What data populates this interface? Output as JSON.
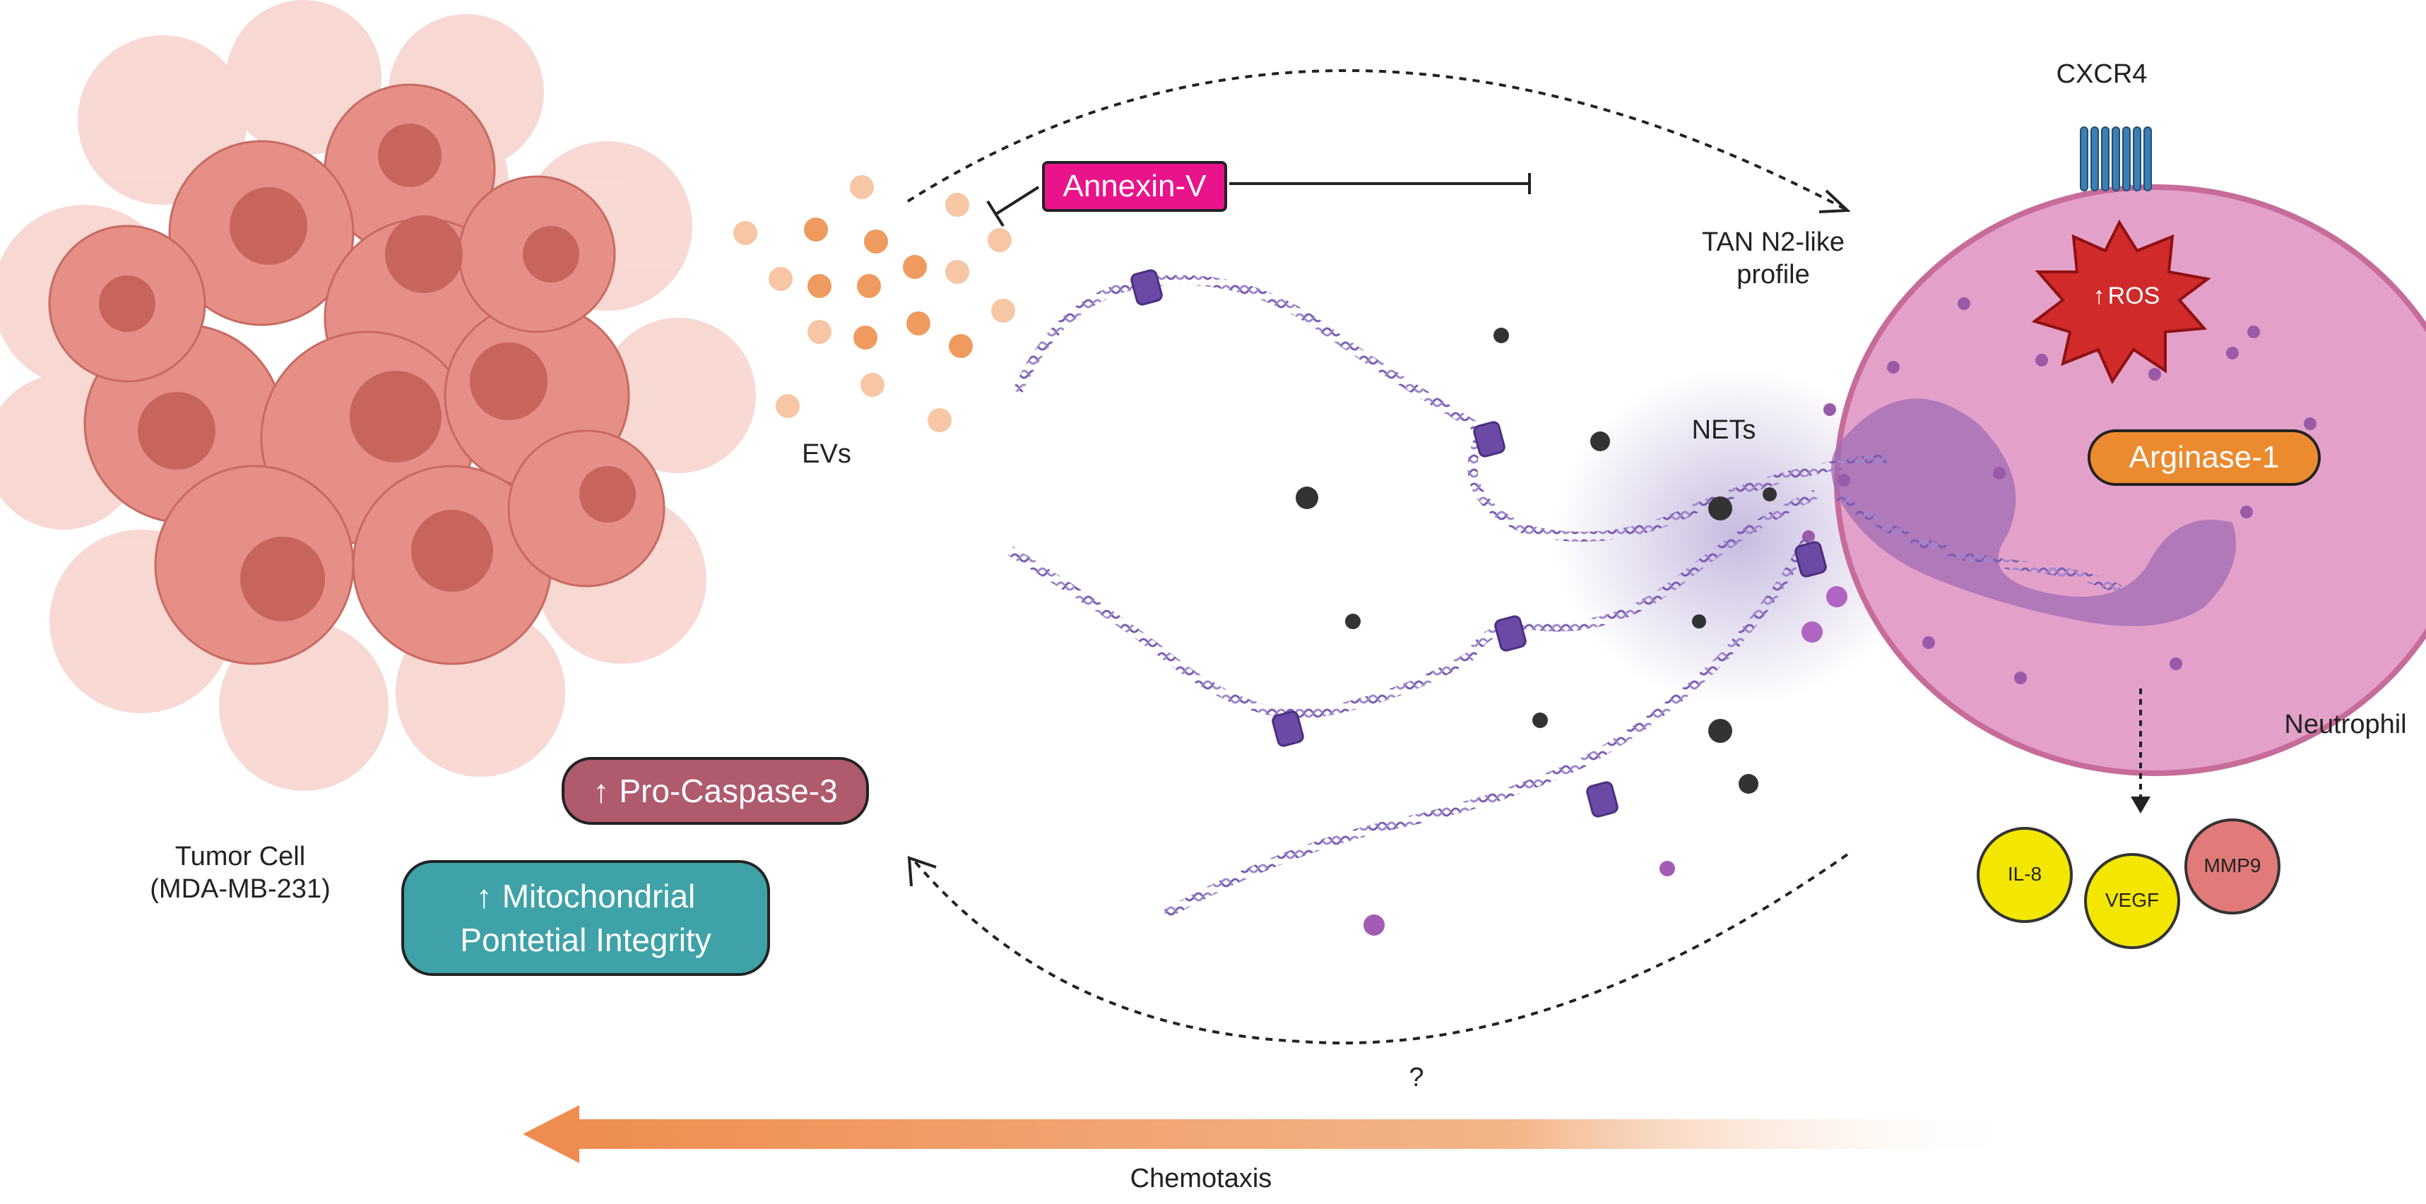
{
  "labels": {
    "tumor_cell_line1": "Tumor Cell",
    "tumor_cell_line2": "(MDA-MB-231)",
    "evs": "EVs",
    "annexin": "Annexin-V",
    "cxcr4": "CXCR4",
    "tan_line1": "TAN N2-like",
    "tan_line2": "profile",
    "ros": "ROS",
    "arginase": "Arginase-1",
    "nets": "NETs",
    "neutrophil": "Neutrophil",
    "il8": "IL-8",
    "vegf": "VEGF",
    "mmp9": "MMP9",
    "pro_caspase": "Pro-Caspase-3",
    "mito_line1": "Mitochondrial",
    "mito_line2": "Pontetial Integrity",
    "question": "?",
    "chemotaxis": "Chemotaxis",
    "up_arrow": "↑"
  },
  "colors": {
    "tumor_dark": "#e58f86",
    "tumor_light": "#f6cfc9",
    "nucleus": "#c7655c",
    "ev_orange": "#ef9a5e",
    "annexin": "#e9138b",
    "neutrophil_body": "#e3a1c9",
    "neutrophil_outline": "#c76b9a",
    "nucleus_purple": "#a06bb4",
    "arginase": "#ec8a2f",
    "ros": "#d02a2a",
    "cytokine_yellow": "#f3e600",
    "mmp9": "#e27a7a",
    "pro_caspase": "#b05a6d",
    "mito": "#3ea2a8",
    "dna": "#7b5cb3",
    "chemotaxis_arrow": "#ee8d4f"
  },
  "icons": [
    "tumor-cell-cluster-icon",
    "extracellular-vesicle-icon",
    "cxcr4-receptor-icon",
    "neutrophil-icon",
    "dna-strand-icon",
    "ros-burst-icon",
    "chemotaxis-arrow-icon",
    "inhibition-icon"
  ]
}
